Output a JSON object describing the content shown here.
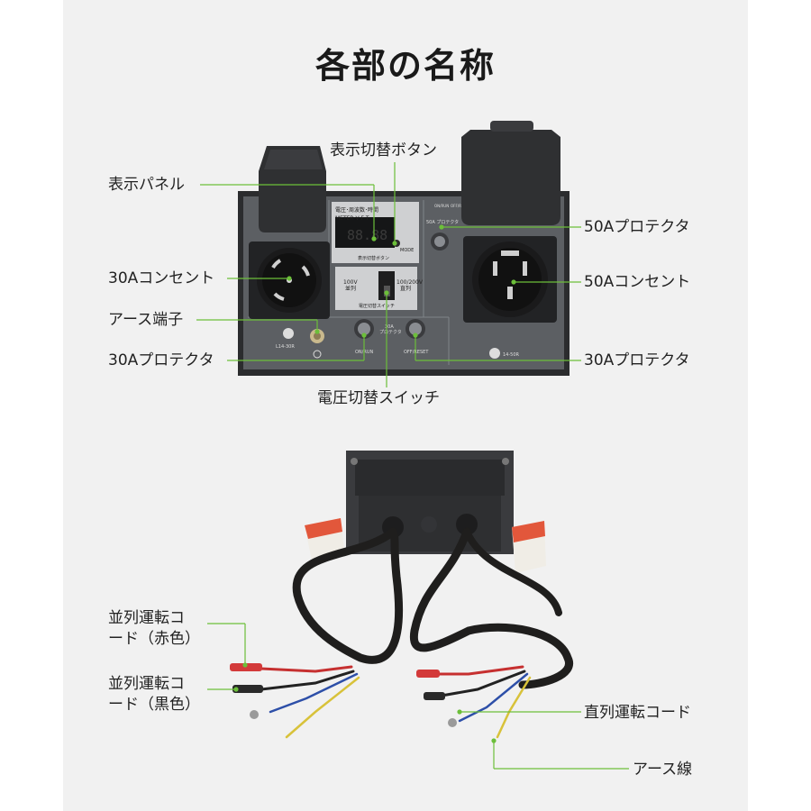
{
  "title": "各部の名称",
  "panel_text": {
    "display_header": "電圧･周波数･時間",
    "meter_mode": "METER·V·F·T",
    "lcd_digits": "88.88",
    "mode_text": "MODE",
    "display_button_caption": "表示切替ボタン",
    "v100_line1": "100V",
    "v100_line2": "並列",
    "v200_line1": "100/200V",
    "v200_line2": "直列",
    "voltage_switch_caption": "電圧切替スイッチ",
    "protector30_line1": "30A",
    "protector30_line2": "プロテクタ",
    "on_run": "ON/RUN",
    "off_reset": "OFF/RESET",
    "on_run_right": "ON/RUN",
    "off_reset_right": "OFF/RESET",
    "protector50": "50A プロテクタ",
    "l14_30r": "L14-30R",
    "r14_50r": "14-50R"
  },
  "labels": {
    "display_panel": "表示パネル",
    "display_switch_button": "表示切替ボタン",
    "outlet_30a": "30Aコンセント",
    "ground_terminal": "アース端子",
    "protector_30a_left": "30Aプロテクタ",
    "voltage_switch": "電圧切替スイッチ",
    "protector_50a": "50Aプロテクタ",
    "outlet_50a": "50Aコンセント",
    "protector_30a_right": "30Aプロテクタ",
    "parallel_cord_red_1": "並列運転コ",
    "parallel_cord_red_2": "ード（赤色）",
    "parallel_cord_black_1": "並列運転コ",
    "parallel_cord_black_2": "ード（黒色）",
    "series_cord": "直列運転コード",
    "ground_wire": "アース線"
  },
  "colors": {
    "leader": "#6cbf3a",
    "panel": "#5b5e62",
    "frame": "#2a2b2d",
    "cover": "#2e2f31"
  }
}
